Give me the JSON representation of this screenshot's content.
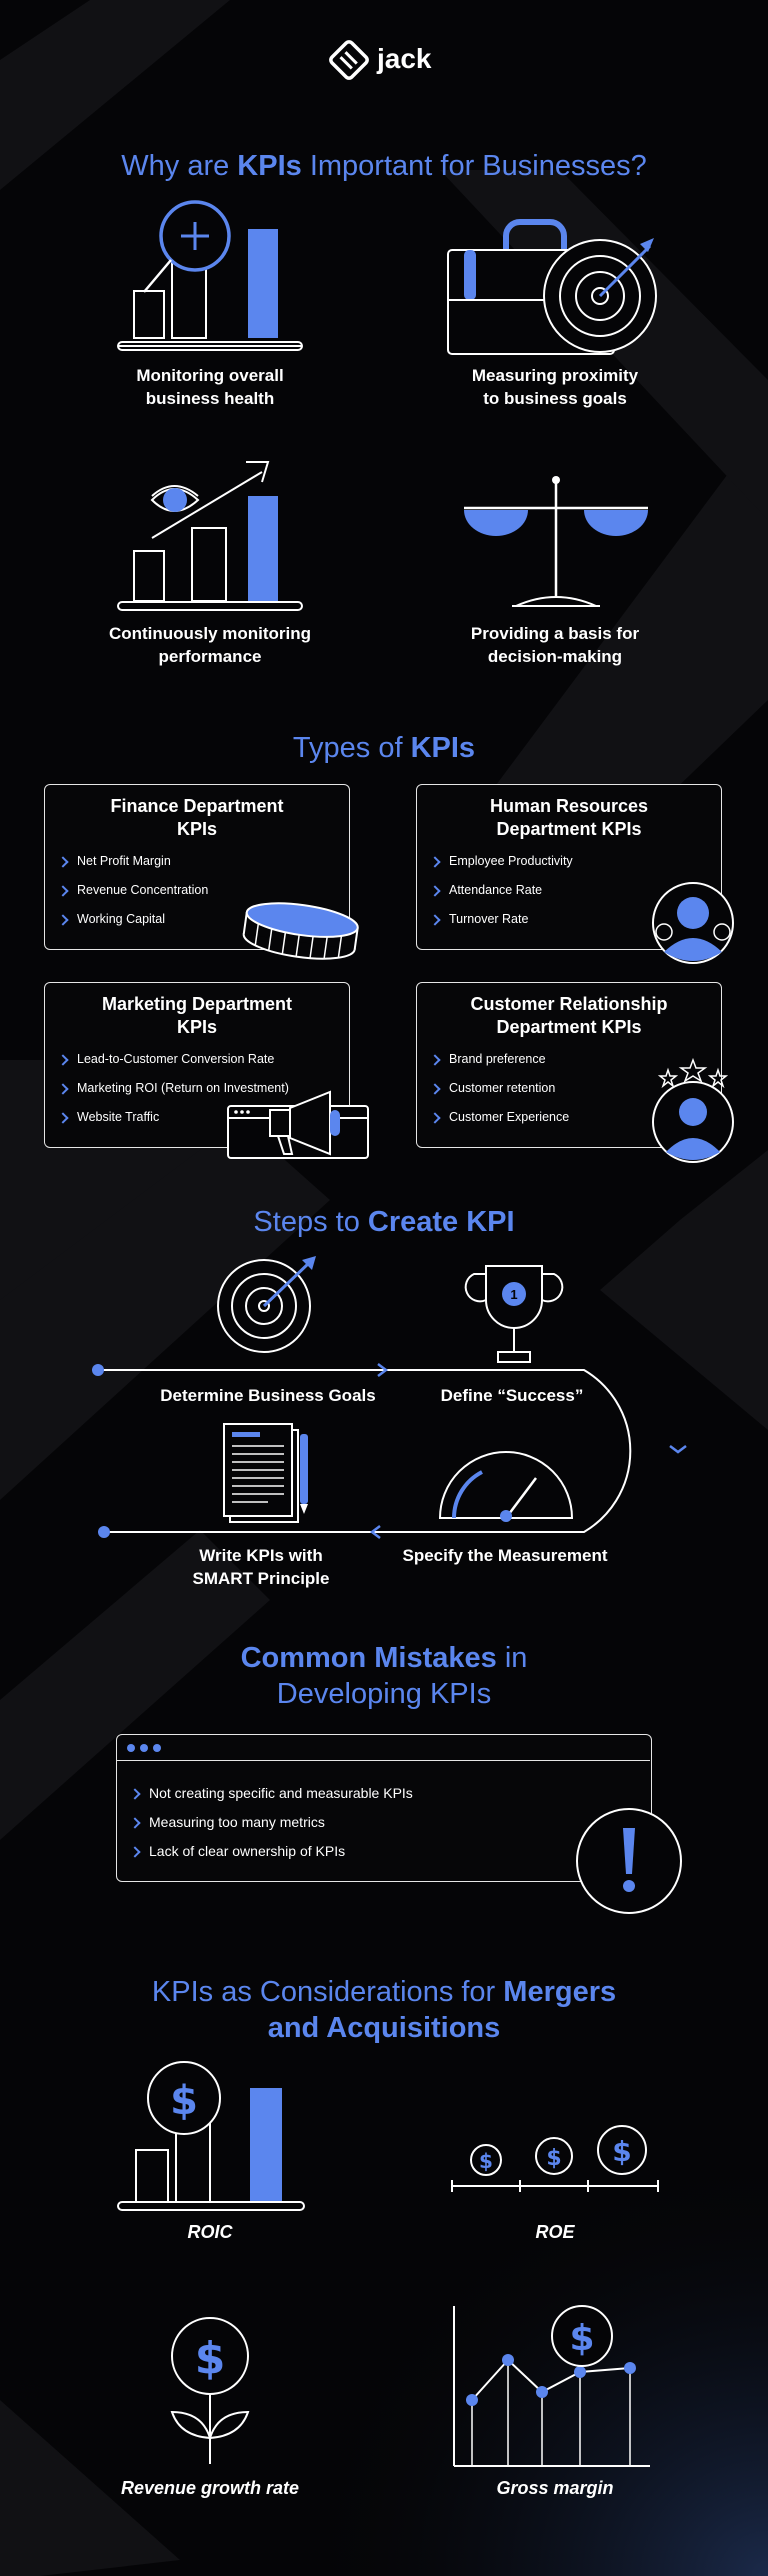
{
  "brand": {
    "name": "jack"
  },
  "section_why": {
    "title_pre": "Why are ",
    "title_bold": "KPIs",
    "title_post": " Important for Businesses?",
    "items": [
      {
        "label_l1": "Monitoring overall",
        "label_l2": "business health",
        "icon": "bar-chart-magnifier-icon"
      },
      {
        "label_l1": "Measuring proximity",
        "label_l2": "to business goals",
        "icon": "briefcase-target-icon"
      },
      {
        "label_l1": "Continuously monitoring",
        "label_l2": "performance",
        "icon": "eye-growth-chart-icon"
      },
      {
        "label_l1": "Providing a basis for",
        "label_l2": "decision-making",
        "icon": "balance-scale-icon"
      }
    ]
  },
  "section_types": {
    "title_pre": "Types of ",
    "title_bold": "KPIs",
    "cards": [
      {
        "title_l1": "Finance Department",
        "title_l2": "KPIs",
        "items": [
          "Net Profit Margin",
          "Revenue Concentration",
          "Working Capital"
        ],
        "icon": "coin-stack-icon"
      },
      {
        "title_l1": "Human Resources",
        "title_l2": "Department KPIs",
        "items": [
          "Employee Productivity",
          "Attendance Rate",
          "Turnover Rate"
        ],
        "icon": "people-icon"
      },
      {
        "title_l1": "Marketing Department",
        "title_l2": "KPIs",
        "items": [
          "Lead-to-Customer Conversion Rate",
          "Marketing ROI (Return on Investment)",
          "Website Traffic"
        ],
        "icon": "megaphone-browser-icon"
      },
      {
        "title_l1": "Customer Relationship",
        "title_l2": "Department KPIs",
        "items": [
          "Brand preference",
          "Customer retention",
          "Customer Experience"
        ],
        "icon": "customer-stars-icon"
      }
    ]
  },
  "section_steps": {
    "title_pre": "Steps to ",
    "title_bold": "Create KPI",
    "steps": [
      {
        "label_l1": "Determine Business Goals",
        "label_l2": "",
        "icon": "target-icon"
      },
      {
        "label_l1": "Define “Success”",
        "label_l2": "",
        "icon": "trophy-icon"
      },
      {
        "label_l1": "Specify the Measurement",
        "label_l2": "",
        "icon": "gauge-icon"
      },
      {
        "label_l1": "Write KPIs with",
        "label_l2": "SMART Principle",
        "icon": "document-pen-icon"
      }
    ]
  },
  "section_mistakes": {
    "title_bold": "Common Mistakes",
    "title_post": " in",
    "title_l2": "Developing KPIs",
    "items": [
      "Not creating specific and measurable KPIs",
      "Measuring too many metrics",
      "Lack of clear ownership of KPIs"
    ],
    "icon": "exclamation-icon"
  },
  "section_ma": {
    "title_pre": "KPIs as Considerations for ",
    "title_bold": "Mergers",
    "title_l2_bold": "and Acquisitions",
    "items": [
      {
        "label": "ROIC",
        "icon": "dollar-bar-chart-icon"
      },
      {
        "label": "ROE",
        "icon": "dollar-coins-line-icon"
      },
      {
        "label": "Revenue growth rate",
        "icon": "dollar-plant-icon"
      },
      {
        "label": "Gross margin",
        "icon": "dollar-line-chart-icon"
      }
    ]
  },
  "colors": {
    "accent": "#5b86ee",
    "background": "#050507",
    "text": "#ffffff"
  }
}
